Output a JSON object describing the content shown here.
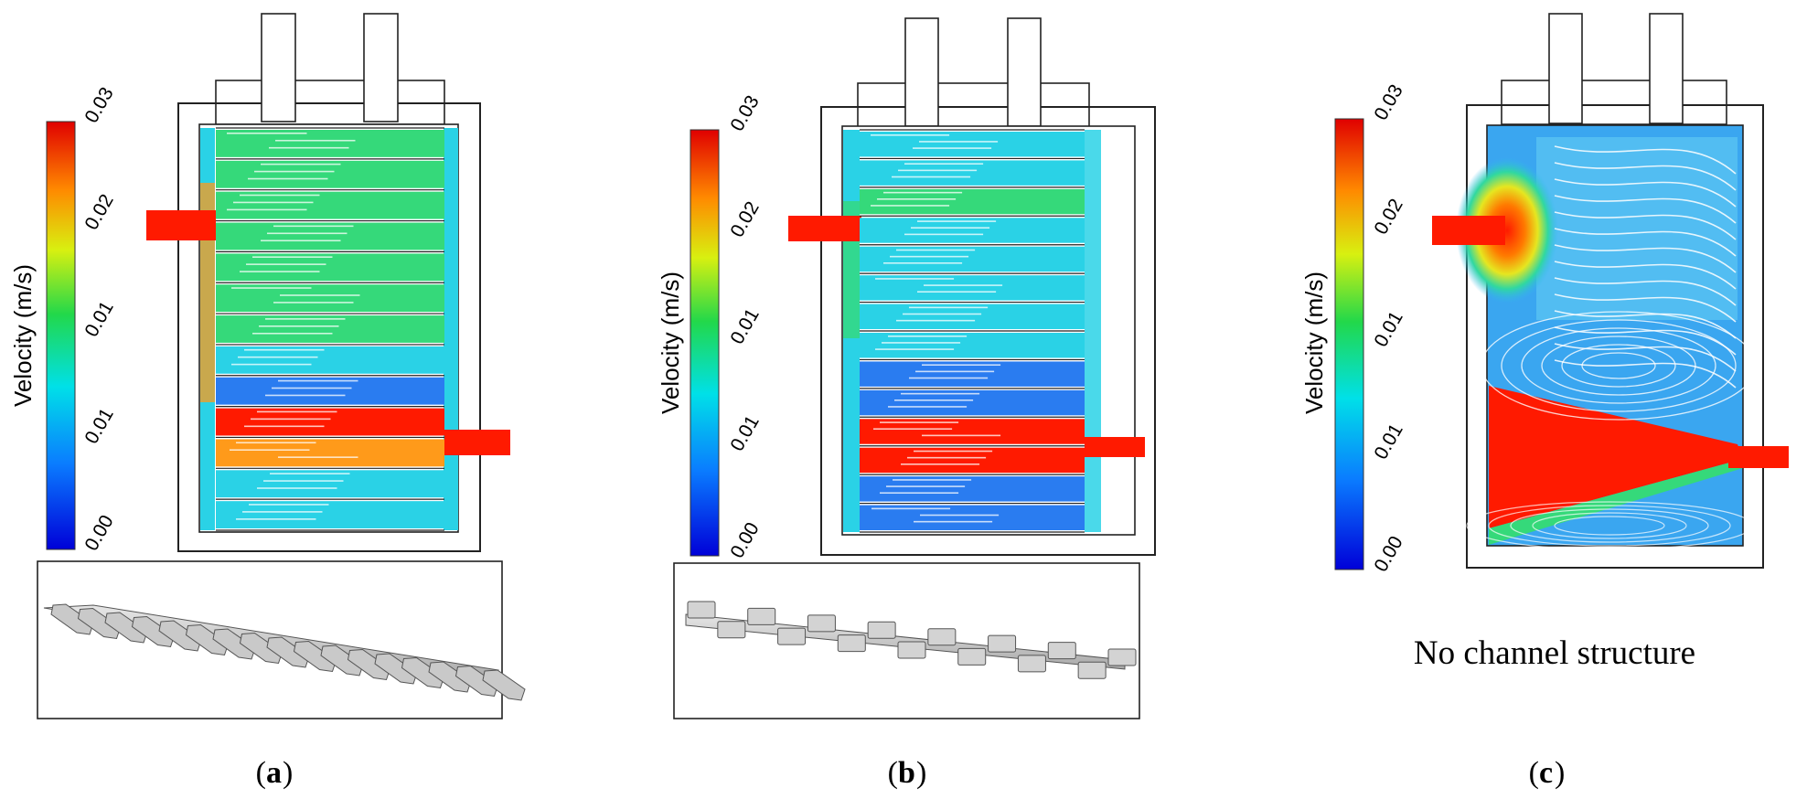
{
  "panels": [
    {
      "id": "a",
      "label_open": "(",
      "label_letter": "a",
      "label_close": ")",
      "colorbar": {
        "title": "Velocity  (m/s)",
        "ticks": [
          "0.00",
          "0.01",
          "0.01",
          "0.02",
          "0.03"
        ]
      },
      "flow_bands": [
        "green",
        "green",
        "green",
        "green",
        "green",
        "green",
        "green",
        "cyan",
        "blue",
        "red",
        "orange",
        "cyan",
        "cyan"
      ],
      "has_channel_structure": true
    },
    {
      "id": "b",
      "label_open": "(",
      "label_letter": "b",
      "label_close": ")",
      "colorbar": {
        "title": "Velocity  (m/s)",
        "ticks": [
          "0.00",
          "0.01",
          "0.01",
          "0.02",
          "0.03"
        ]
      },
      "flow_bands": [
        "cyan",
        "cyan",
        "green",
        "cyan",
        "cyan",
        "cyan",
        "cyan",
        "cyan",
        "blue",
        "blue",
        "red",
        "red",
        "blue",
        "blue"
      ],
      "has_channel_structure": true
    },
    {
      "id": "c",
      "label_open": "(",
      "label_letter": "c",
      "label_close": ")",
      "colorbar": {
        "title": "Velocity  (m/s)",
        "ticks": [
          "0.00",
          "0.01",
          "0.01",
          "0.02",
          "0.03"
        ]
      },
      "note": "No channel structure",
      "has_channel_structure": false
    }
  ],
  "colors": {
    "red": "#ff1a00",
    "orange": "#ff9a1a",
    "green": "#35d97a",
    "cyan": "#2ad2e6",
    "blue": "#2a7cf0",
    "outline": "#222222"
  }
}
